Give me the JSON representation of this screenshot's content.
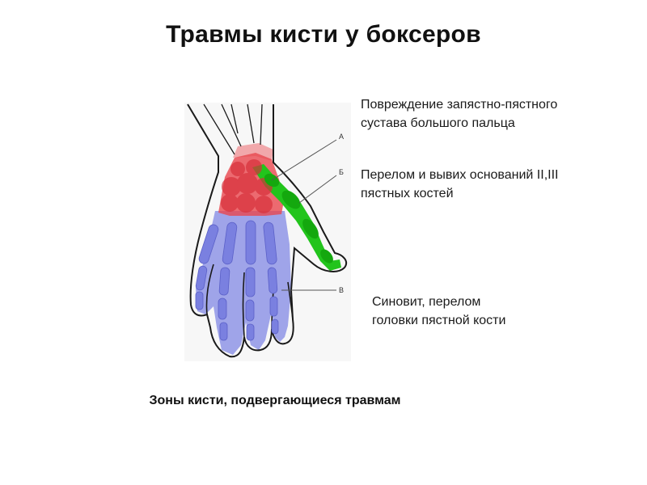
{
  "title": "Травмы кисти у боксеров",
  "caption": "Зоны кисти, подвергающиеся травмам",
  "callouts": [
    {
      "marker": "А",
      "text": "Повреждение запястно-пястного\nсустава большого пальца"
    },
    {
      "marker": "Б",
      "text": "Перелом и вывих оснований II,III\nпястных костей"
    },
    {
      "marker": "В",
      "text": "Синовит, перелом\nголовки пястной кости"
    }
  ],
  "colors": {
    "zone_wrist": "#e8464e",
    "zone_thumb": "#22c41c",
    "zone_fingers": "#8f95e6",
    "outline": "#1a1a1a"
  }
}
